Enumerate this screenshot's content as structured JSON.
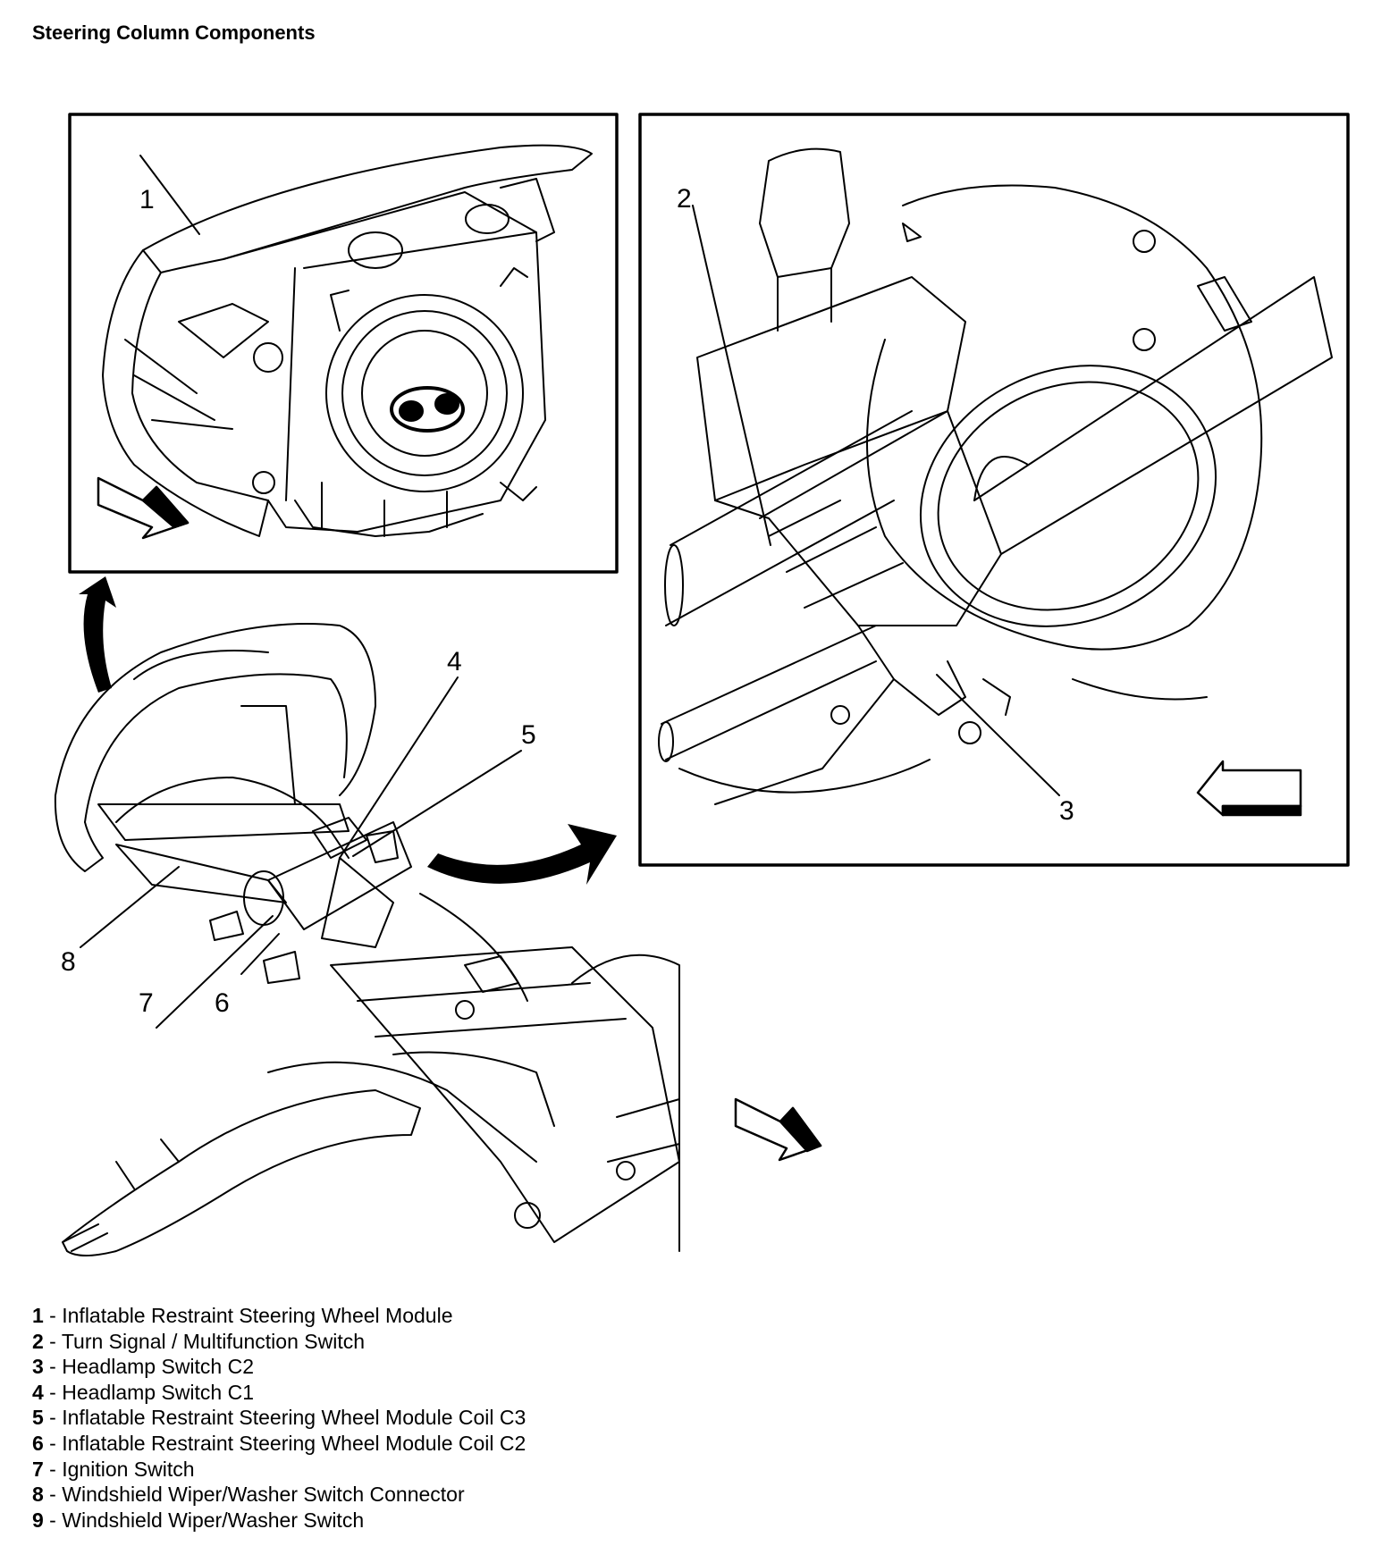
{
  "title": "Steering Column Components",
  "callouts": [
    "1",
    "2",
    "3",
    "4",
    "5",
    "6",
    "7",
    "8"
  ],
  "legend": [
    {
      "num": "1",
      "text": "Inflatable Restraint Steering Wheel Module"
    },
    {
      "num": "2",
      "text": "Turn Signal / Multifunction Switch"
    },
    {
      "num": "3",
      "text": "Headlamp Switch C2"
    },
    {
      "num": "4",
      "text": "Headlamp Switch C1"
    },
    {
      "num": "5",
      "text": "Inflatable Restraint Steering Wheel Module Coil C3"
    },
    {
      "num": "6",
      "text": "Inflatable Restraint Steering Wheel Module Coil C2"
    },
    {
      "num": "7",
      "text": "Ignition Switch"
    },
    {
      "num": "8",
      "text": "Windshield Wiper/Washer Switch Connector"
    },
    {
      "num": "9",
      "text": "Windshield Wiper/Washer Switch"
    }
  ],
  "legend_separator": " - "
}
